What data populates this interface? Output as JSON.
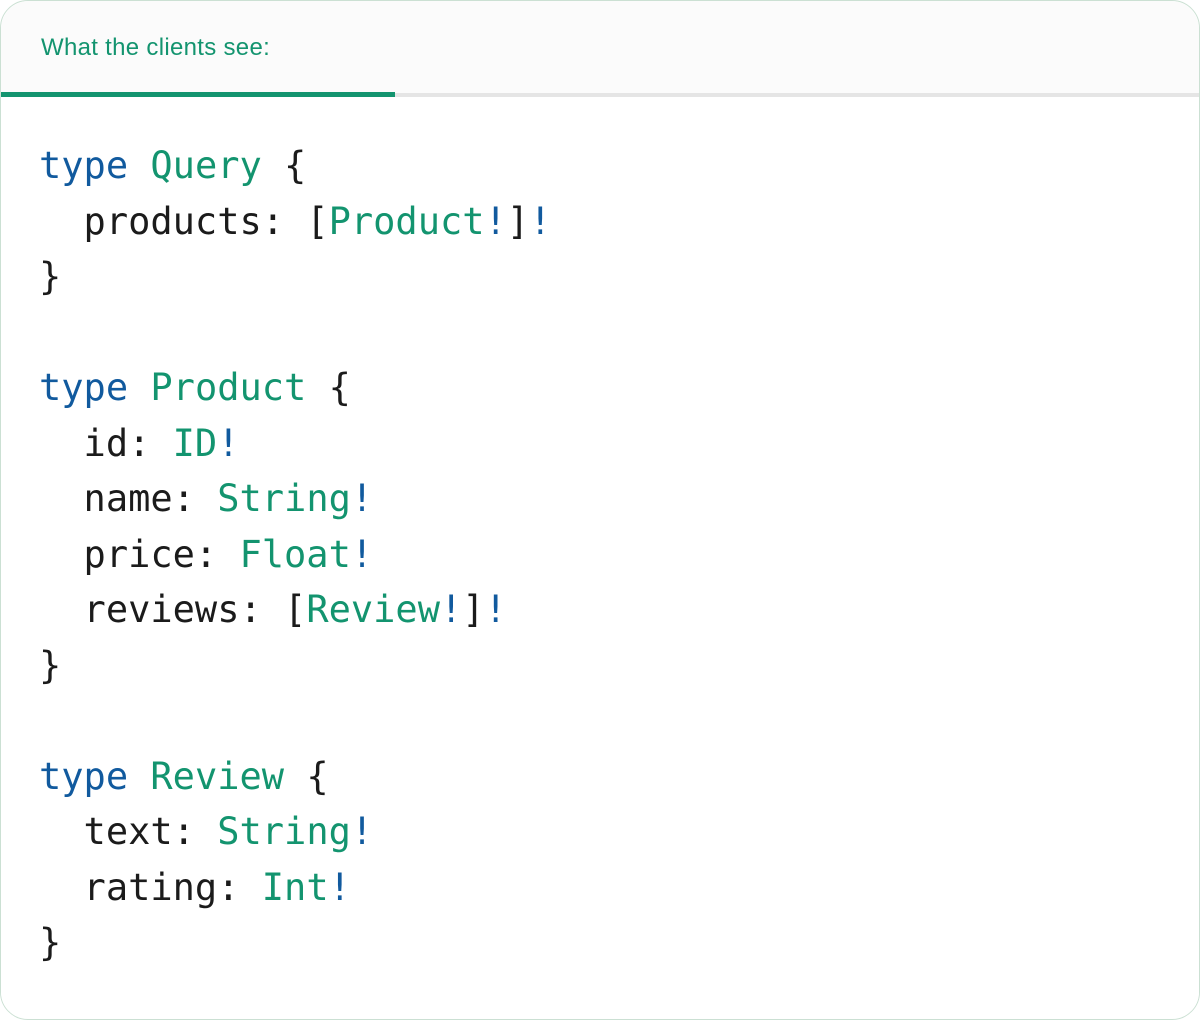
{
  "tab": {
    "label": "What the clients see:"
  },
  "colors": {
    "green": "#13946F",
    "blue": "#115A9E",
    "dark": "#1B1B1B",
    "divider": "#E5E5E5",
    "header_bg": "#FBFBFB",
    "card_border": "#CBE0D3"
  },
  "code": {
    "language": "graphql",
    "lines": [
      {
        "tokens": [
          {
            "text": "type",
            "color": "blue"
          },
          {
            "text": " ",
            "color": "dark"
          },
          {
            "text": "Query",
            "color": "green"
          },
          {
            "text": " {",
            "color": "dark"
          }
        ]
      },
      {
        "tokens": [
          {
            "text": "  products: [",
            "color": "dark"
          },
          {
            "text": "Product",
            "color": "green"
          },
          {
            "text": "!",
            "color": "blue"
          },
          {
            "text": "]",
            "color": "dark"
          },
          {
            "text": "!",
            "color": "blue"
          }
        ]
      },
      {
        "tokens": [
          {
            "text": "}",
            "color": "dark"
          }
        ]
      },
      {
        "tokens": []
      },
      {
        "tokens": [
          {
            "text": "type",
            "color": "blue"
          },
          {
            "text": " ",
            "color": "dark"
          },
          {
            "text": "Product",
            "color": "green"
          },
          {
            "text": " {",
            "color": "dark"
          }
        ]
      },
      {
        "tokens": [
          {
            "text": "  id: ",
            "color": "dark"
          },
          {
            "text": "ID",
            "color": "green"
          },
          {
            "text": "!",
            "color": "blue"
          }
        ]
      },
      {
        "tokens": [
          {
            "text": "  name: ",
            "color": "dark"
          },
          {
            "text": "String",
            "color": "green"
          },
          {
            "text": "!",
            "color": "blue"
          }
        ]
      },
      {
        "tokens": [
          {
            "text": "  price: ",
            "color": "dark"
          },
          {
            "text": "Float",
            "color": "green"
          },
          {
            "text": "!",
            "color": "blue"
          }
        ]
      },
      {
        "tokens": [
          {
            "text": "  reviews: [",
            "color": "dark"
          },
          {
            "text": "Review",
            "color": "green"
          },
          {
            "text": "!",
            "color": "blue"
          },
          {
            "text": "]",
            "color": "dark"
          },
          {
            "text": "!",
            "color": "blue"
          }
        ]
      },
      {
        "tokens": [
          {
            "text": "}",
            "color": "dark"
          }
        ]
      },
      {
        "tokens": []
      },
      {
        "tokens": [
          {
            "text": "type",
            "color": "blue"
          },
          {
            "text": " ",
            "color": "dark"
          },
          {
            "text": "Review",
            "color": "green"
          },
          {
            "text": " {",
            "color": "dark"
          }
        ]
      },
      {
        "tokens": [
          {
            "text": "  text: ",
            "color": "dark"
          },
          {
            "text": "String",
            "color": "green"
          },
          {
            "text": "!",
            "color": "blue"
          }
        ]
      },
      {
        "tokens": [
          {
            "text": "  rating: ",
            "color": "dark"
          },
          {
            "text": "Int",
            "color": "green"
          },
          {
            "text": "!",
            "color": "blue"
          }
        ]
      },
      {
        "tokens": [
          {
            "text": "}",
            "color": "dark"
          }
        ]
      }
    ]
  }
}
